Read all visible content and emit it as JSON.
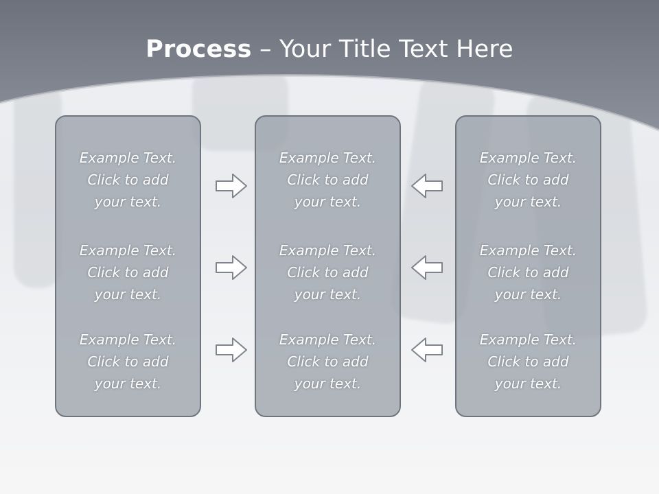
{
  "title": {
    "bold": "Process",
    "rest": " – Your Title Text Here"
  },
  "columns": [
    {
      "items": [
        {
          "line1": "Example Text.",
          "line2": "Click  to add",
          "line3": "your text."
        },
        {
          "line1": "Example Text.",
          "line2": "Click  to add",
          "line3": "your text."
        },
        {
          "line1": "Example Text.",
          "line2": "Click  to add",
          "line3": "your text."
        }
      ]
    },
    {
      "items": [
        {
          "line1": "Example Text.",
          "line2": "Click  to add",
          "line3": "your text."
        },
        {
          "line1": "Example Text.",
          "line2": "Click  to add",
          "line3": "your text."
        },
        {
          "line1": "Example Text.",
          "line2": "Click  to add",
          "line3": "your text."
        }
      ]
    },
    {
      "items": [
        {
          "line1": "Example Text.",
          "line2": "Click  to add",
          "line3": "your text."
        },
        {
          "line1": "Example Text.",
          "line2": "Click  to add",
          "line3": "your text."
        },
        {
          "line1": "Example Text.",
          "line2": "Click  to add",
          "line3": "your text."
        }
      ]
    }
  ],
  "arrows": {
    "left": [
      "right-arrow-icon",
      "right-arrow-icon",
      "right-arrow-icon"
    ],
    "right": [
      "left-arrow-icon",
      "left-arrow-icon",
      "left-arrow-icon"
    ]
  },
  "colors": {
    "header": "#7b808a",
    "box": "#969ca6",
    "box_border": "#6f757f",
    "text": "#ffffff"
  }
}
